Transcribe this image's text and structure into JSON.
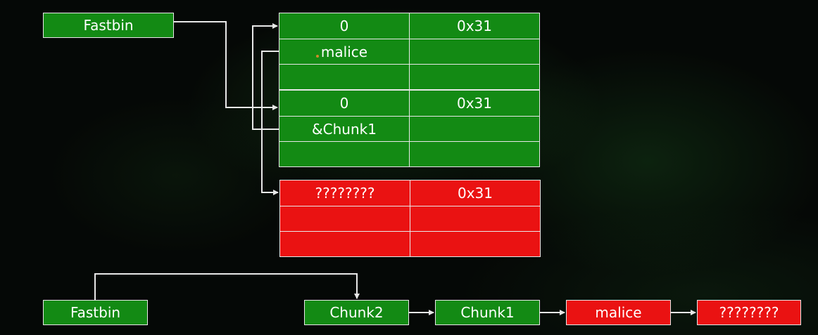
{
  "top_fastbin": {
    "label": "Fastbin"
  },
  "chunks": [
    {
      "cells": [
        "0",
        "0x31",
        "malice",
        "",
        "",
        ""
      ],
      "color": "#138a14"
    },
    {
      "cells": [
        "0",
        "0x31",
        "&Chunk1",
        "",
        "",
        ""
      ],
      "color": "#138a14"
    },
    {
      "cells": [
        "????????",
        "0x31",
        "",
        "",
        "",
        ""
      ],
      "color": "#ea1212"
    }
  ],
  "bottom_list": {
    "fastbin": "Fastbin",
    "nodes": [
      {
        "label": "Chunk2",
        "color": "#138a14"
      },
      {
        "label": "Chunk1",
        "color": "#138a14"
      },
      {
        "label": "malice",
        "color": "#ea1212"
      },
      {
        "label": "????????",
        "color": "#ea1212"
      }
    ]
  },
  "colors": {
    "green": "#138a14",
    "red": "#ea1212",
    "line": "#e8e8e8"
  }
}
